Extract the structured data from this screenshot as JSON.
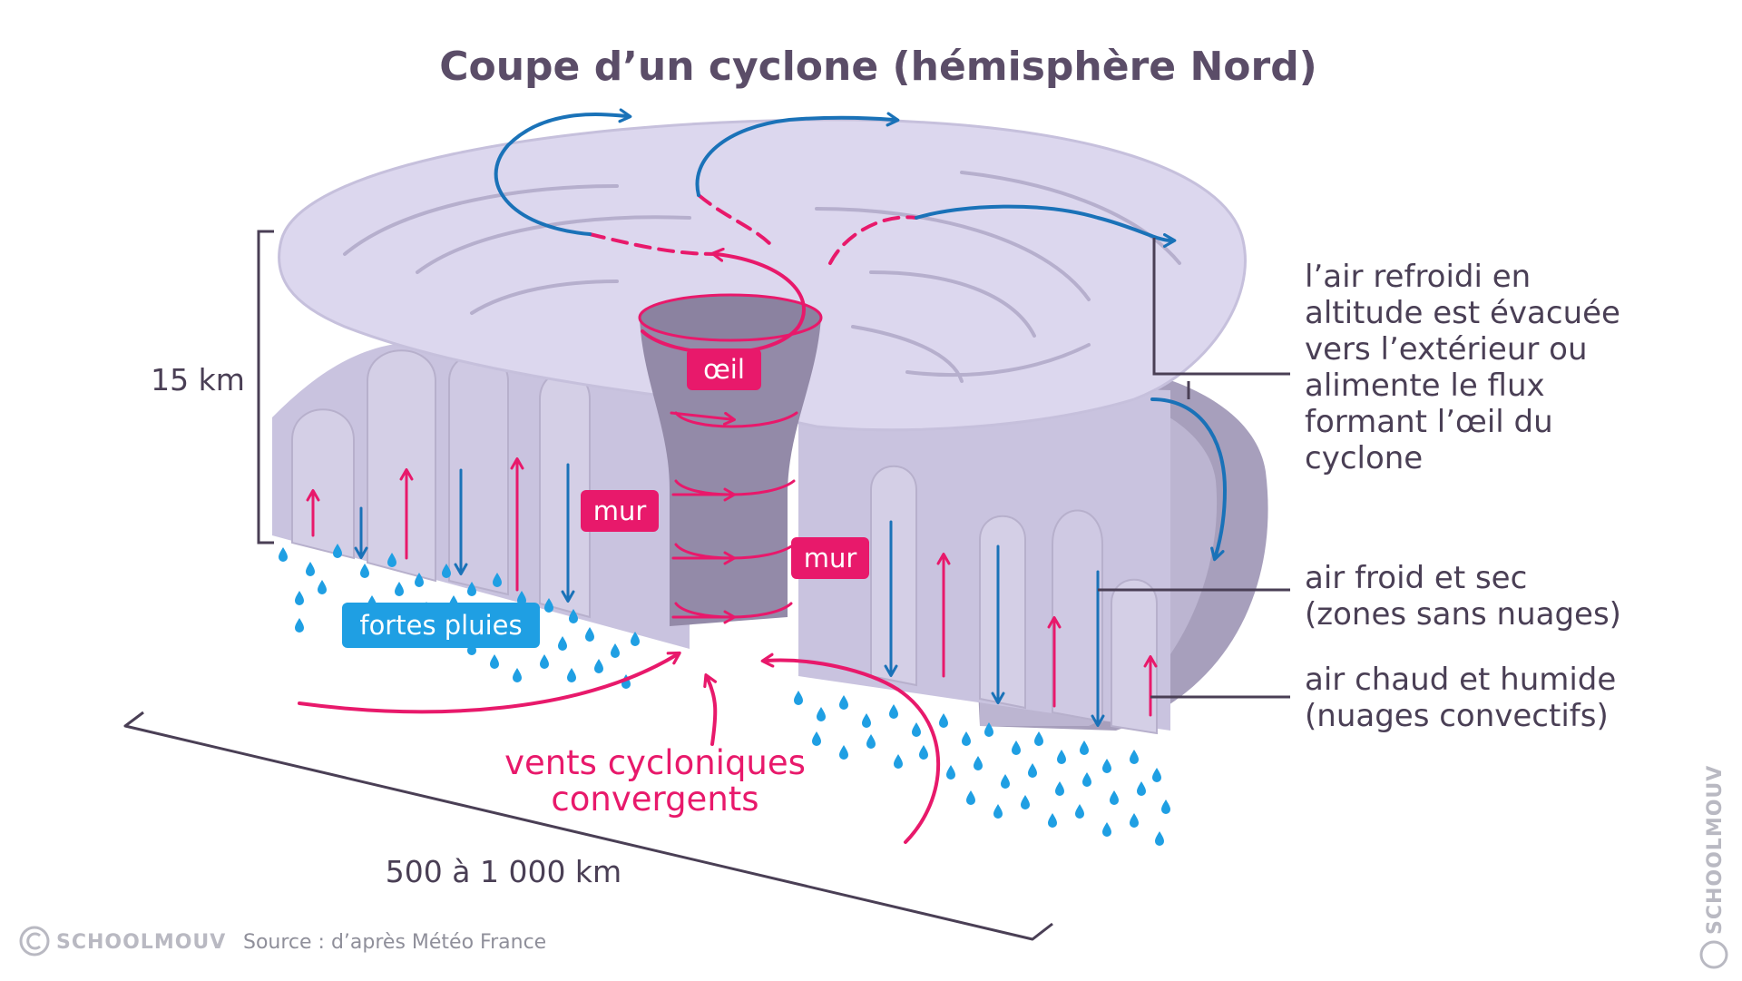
{
  "title": "Coupe d’un cyclone (hémisphère Nord)",
  "dimensions": {
    "height": "15 km",
    "width": "500 à 1 000 km"
  },
  "labels": {
    "eye": "œil",
    "wall_left": "mur",
    "wall_right": "mur",
    "rain": "fortes pluies",
    "winds_line1": "vents cycloniques",
    "winds_line2": "convergents"
  },
  "annotations": {
    "outflow": [
      "l’air refroidi en",
      "altitude est évacuée",
      "vers l’extérieur ou",
      "alimente le flux",
      "formant l’œil du",
      "cyclone"
    ],
    "cold_air": [
      "air froid et sec",
      "(zones sans nuages)"
    ],
    "warm_air": [
      "air chaud et humide",
      "(nuages convectifs)"
    ]
  },
  "footer": {
    "brand": "SCHOOLMOUV",
    "source": "Source : d’après Météo France",
    "side_brand": "SCHOOLMOUV"
  },
  "colors": {
    "cloud_light": "#dcd7ee",
    "cloud_mid": "#c9c3df",
    "cloud_dark": "#a79fbc",
    "eye_wall": "#938aa8",
    "pink": "#e8196b",
    "blue": "#1a72b8",
    "rain_blue": "#1f9fe3",
    "text": "#4a3f55"
  }
}
